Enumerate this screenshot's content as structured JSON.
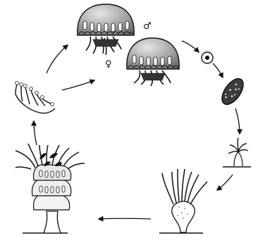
{
  "labels": {
    "male_symbol": "♂",
    "female_symbol": "♀"
  },
  "colors": {
    "ink": "#111111",
    "bell_fill": "#9a9a9a",
    "bell_highlight": "#e2e2e2",
    "planula_fill": "#3c3c3c",
    "polyp_fill": "#ffffff"
  },
  "stages": [
    "female-medusa",
    "male-medusa",
    "fertilized-egg",
    "planula-larva",
    "young-polyp",
    "polyp",
    "strobila",
    "ephyra"
  ]
}
